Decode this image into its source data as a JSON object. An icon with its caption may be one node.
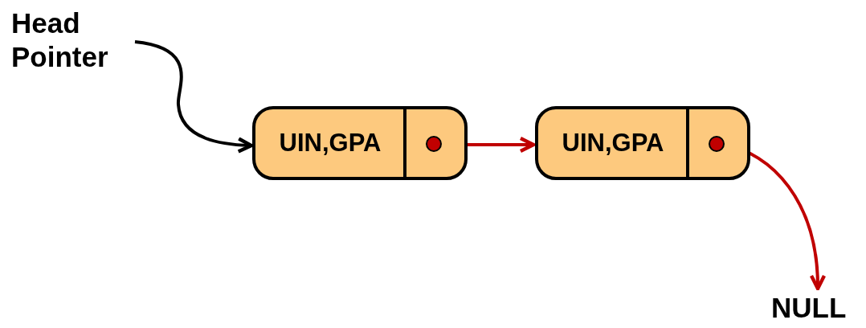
{
  "diagram": {
    "nodes": [
      {
        "text": [
          "Head Pointer"
        ]
      },
      {
        "text": [
          "UIN,GPA"
        ]
      },
      {
        "text": [
          "UIN,GPA"
        ]
      },
      {
        "text": [
          "NULL"
        ]
      }
    ],
    "edges": [
      {
        "from": 0,
        "to": 1,
        "arrow": "to",
        "color": "#000000"
      },
      {
        "from": 1,
        "to": 2,
        "arrow": "to"
      },
      {
        "from": 2,
        "to": 3,
        "arrow": "to"
      }
    ]
  }
}
